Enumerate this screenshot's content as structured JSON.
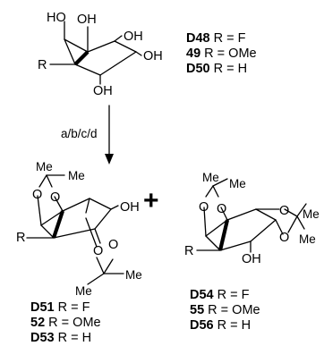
{
  "top": {
    "atoms": {
      "ho": "HO",
      "oh_top": "OH",
      "oh_right_upper": "OH",
      "oh_right_lower": "OH",
      "oh_bottom": "OH",
      "r": "R"
    },
    "compounds": [
      {
        "id": "D48",
        "bold": true,
        "rest": " R = F"
      },
      {
        "id": "49",
        "bold": true,
        "rest": " R = OMe"
      },
      {
        "id": "D50",
        "bold": true,
        "rest": " R = H"
      }
    ]
  },
  "arrow": {
    "reagents": "a/b/c/d"
  },
  "plus": "+",
  "left_product": {
    "atoms": {
      "me1": "Me",
      "me2": "Me",
      "o1": "O",
      "o2": "O",
      "oh": "OH",
      "r": "R",
      "o3": "O",
      "o4": "O",
      "me3": "Me",
      "me4": "Me"
    },
    "compounds": [
      {
        "id": "D51",
        "bold": true,
        "rest": " R = F"
      },
      {
        "id": "52",
        "bold": true,
        "rest": " R = OMe"
      },
      {
        "id": "D53",
        "bold": true,
        "rest": " R = H"
      }
    ]
  },
  "right_product": {
    "atoms": {
      "me1": "Me",
      "me2": "Me",
      "o1": "O",
      "o2": "O",
      "r": "R",
      "o3": "O",
      "o4": "O",
      "me3": "Me",
      "me4": "Me",
      "oh": "OH"
    },
    "compounds": [
      {
        "id": "D54",
        "bold": true,
        "rest": " R = F"
      },
      {
        "id": "55",
        "bold": true,
        "rest": " R = OMe"
      },
      {
        "id": "D56",
        "bold": true,
        "rest": " R = H"
      }
    ]
  }
}
